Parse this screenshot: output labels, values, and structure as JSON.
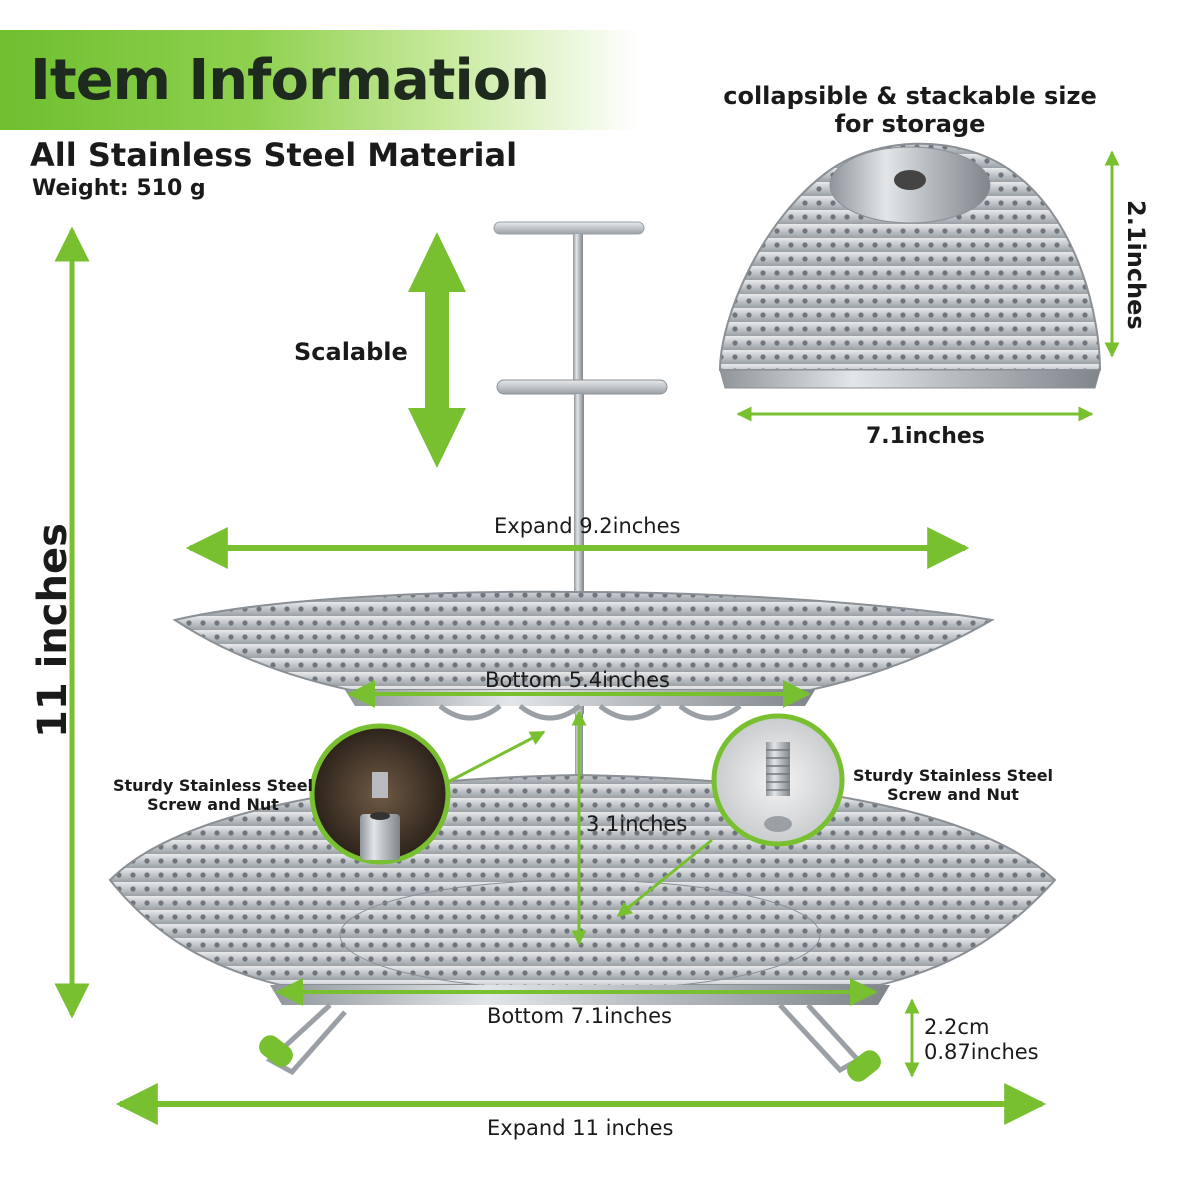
{
  "header": {
    "title": "Item Information",
    "material": "All Stainless Steel Material",
    "weight": "Weight: 510 g"
  },
  "storage": {
    "caption_line1": "collapsible & stackable size",
    "caption_line2": "for storage",
    "height_label": "2.1inches",
    "width_label": "7.1inches"
  },
  "dimensions": {
    "total_height": "11 inches",
    "scalable": "Scalable",
    "top_expand": "Expand 9.2inches",
    "top_bottom": "Bottom 5.4inches",
    "tier_gap": "3.1inches",
    "lower_bottom": "Bottom 7.1inches",
    "leg_height_cm": "2.2cm",
    "leg_height_in": "0.87inches",
    "lower_expand": "Expand 11 inches"
  },
  "callouts": {
    "left_line1": "Sturdy Stainless Steel",
    "left_line2": "Screw and Nut",
    "right_line1": "Sturdy Stainless Steel",
    "right_line2": "Screw and Nut"
  },
  "colors": {
    "accent_green": "#78c030",
    "steel": "#c7cbcf",
    "steel_dark": "#8d9297"
  }
}
